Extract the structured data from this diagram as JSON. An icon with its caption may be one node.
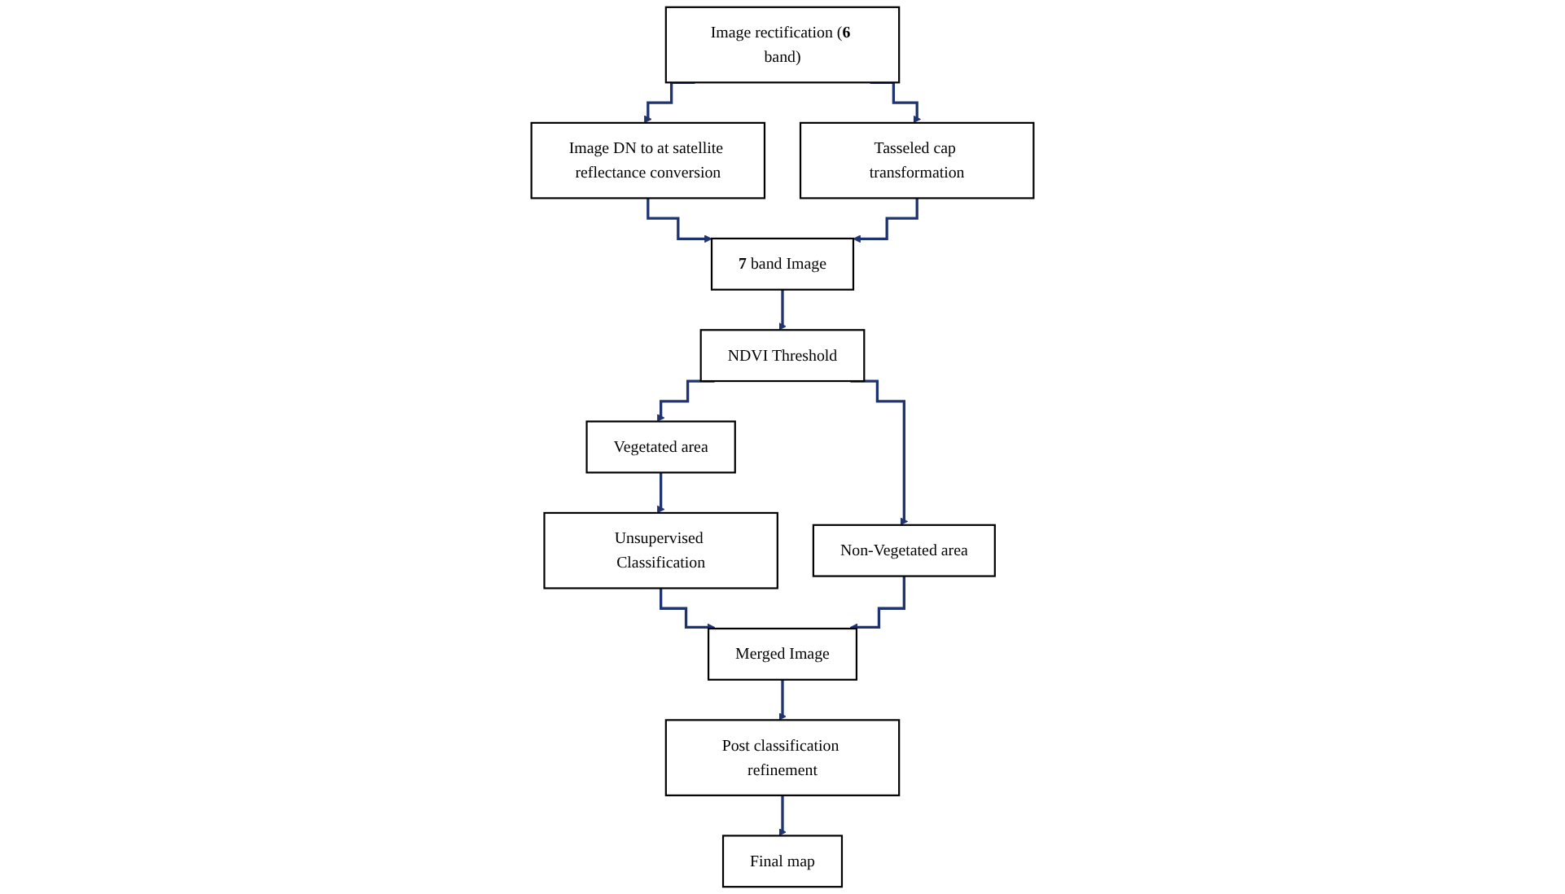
{
  "diagram": {
    "nodes": [
      {
        "text": [
          "Image rectification (**6** band)"
        ]
      },
      {
        "text": [
          "Image DN to at satellite reflectance conversion"
        ]
      },
      {
        "text": [
          "Tasseled cap transformation"
        ]
      },
      {
        "text": [
          "**7** band Image"
        ]
      },
      {
        "text": [
          "NDVI Threshold"
        ]
      },
      {
        "text": [
          "Vegetated area"
        ]
      },
      {
        "text": [
          "Non-Vegetated area"
        ]
      },
      {
        "text": [
          "Unsupervised Classification"
        ]
      },
      {
        "text": [
          "Merged Image"
        ]
      },
      {
        "text": [
          "Post classification refinement"
        ]
      },
      {
        "text": [
          "Final map"
        ]
      }
    ],
    "edges": [
      {
        "from": 0,
        "to": 1,
        "arrow": "to"
      },
      {
        "from": 0,
        "to": 2,
        "arrow": "to"
      },
      {
        "from": 1,
        "to": 3,
        "arrow": "to"
      },
      {
        "from": 2,
        "to": 3,
        "arrow": "to"
      },
      {
        "from": 3,
        "to": 4,
        "arrow": "to"
      },
      {
        "from": 4,
        "to": 5,
        "arrow": "to"
      },
      {
        "from": 4,
        "to": 6,
        "arrow": "to"
      },
      {
        "from": 5,
        "to": 7,
        "arrow": "to"
      },
      {
        "from": 7,
        "to": 8,
        "arrow": "to"
      },
      {
        "from": 6,
        "to": 8,
        "arrow": "to"
      },
      {
        "from": 8,
        "to": 9,
        "arrow": "to"
      },
      {
        "from": 9,
        "to": 10,
        "arrow": "to"
      }
    ]
  }
}
